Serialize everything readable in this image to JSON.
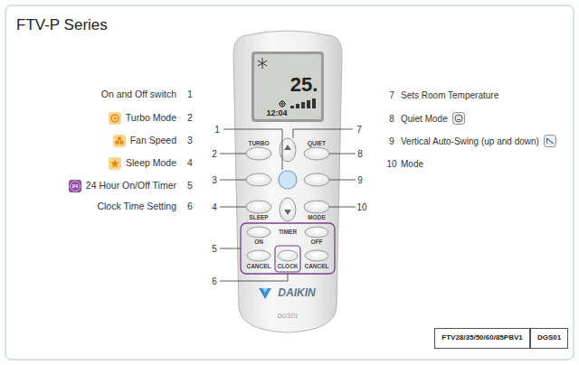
{
  "diagram": {
    "title": "FTV-P Series",
    "nodes": [
      {
        "text": [
          "FTV28/35/50/60/85PBV1"
        ]
      },
      {
        "text": [
          "DGS01"
        ]
      }
    ],
    "labels": [
      "On and Off switch",
      "1",
      "Turbo Mode",
      "2",
      "Fan Speed",
      "3",
      "Sleep Mode",
      "4",
      "24",
      "24 Hour On/Off Timer",
      "5",
      "Clock Time Setting",
      "6",
      "7",
      "Sets Room Temperature",
      "8",
      "Quiet Mode",
      "9",
      "Vertical Auto-Swing (up and down)",
      "10",
      "Mode",
      "25.",
      "12:04",
      "TURBO",
      "QUIET",
      "SLEEP",
      "MODE",
      "TIMER",
      "ON",
      "OFF",
      "CANCEL",
      "CLOCK",
      "CANCEL",
      "DAIKIN",
      "DGS01",
      "1",
      "7",
      "2",
      "8",
      "3",
      "9",
      "4",
      "10",
      "5",
      "6"
    ]
  }
}
